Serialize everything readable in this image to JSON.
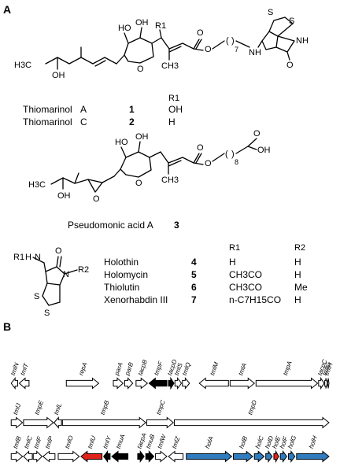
{
  "panels": {
    "a": "A",
    "b": "B"
  },
  "molecules": {
    "thio": {
      "h3c": "H3C",
      "oh": "OH",
      "oh_ring": "OH",
      "ho": "HO",
      "r1": "R1",
      "ch3": "CH3",
      "o_ester": "O",
      "o_ring": "O",
      "o_carbonyl": "O",
      "o_lactam": "O",
      "n7": "7",
      "nh": "NH",
      "hn": "N",
      "h": "H",
      "s1": "S",
      "s2": "S"
    },
    "pa": {
      "h3c": "H3C",
      "oh": "OH",
      "ho": "HO",
      "oh_ring": "OH",
      "o_ep": "O",
      "o_ring": "O",
      "ch3": "CH3",
      "o_ester": "O",
      "n8": "8",
      "oh_acid": "OH",
      "o_carb": "O",
      "o_acid": "O"
    },
    "holo": {
      "r1": "R1",
      "h": "H",
      "n": "N",
      "n2": "N",
      "r2": "R2",
      "o": "O",
      "s1": "S",
      "s2": "S"
    }
  },
  "thiomarinol_table": {
    "col_header": "R1",
    "rows": [
      {
        "name": "Thiomarinol",
        "variant": "A",
        "num": "1",
        "r1": "OH"
      },
      {
        "name": "Thiomarinol",
        "variant": "C",
        "num": "2",
        "r1": "H"
      }
    ]
  },
  "pseudomonic": {
    "name": "Pseudomonic acid A",
    "num": "3"
  },
  "holothin_table": {
    "col_r1": "R1",
    "col_r2": "R2",
    "rows": [
      {
        "name": "Holothin",
        "num": "4",
        "r1": "H",
        "r2": "H"
      },
      {
        "name": "Holomycin",
        "num": "5",
        "r1": "CH3CO",
        "r2": "H"
      },
      {
        "name": "Thiolutin",
        "num": "6",
        "r1": "CH3CO",
        "r2": "Me"
      },
      {
        "name": "Xenorhabdin III",
        "num": "7",
        "r1": "n-C7H15CO",
        "r2": "H"
      }
    ]
  },
  "colors": {
    "outline": "#000000",
    "white_gene": "#ffffff",
    "black_gene": "#000000",
    "red_gene": "#e0231b",
    "blue_gene": "#2f7dbf"
  },
  "gene_rows": [
    {
      "genes": [
        {
          "label": "tmlN",
          "start": 0.02,
          "end": 0.04,
          "dir": "L",
          "color": "white"
        },
        {
          "label": "tmlT",
          "start": 0.045,
          "end": 0.075,
          "dir": "L",
          "color": "white"
        },
        {
          "label": "repA",
          "start": 0.19,
          "end": 0.29,
          "dir": "R",
          "color": "white"
        },
        {
          "label": "parA",
          "start": 0.335,
          "end": 0.365,
          "dir": "R",
          "color": "white"
        },
        {
          "label": "parB",
          "start": 0.37,
          "end": 0.395,
          "dir": "R",
          "color": "white"
        },
        {
          "label": "tacpB",
          "start": 0.405,
          "end": 0.44,
          "dir": "R",
          "color": "white"
        },
        {
          "label": "tmpF",
          "start": 0.445,
          "end": 0.5,
          "dir": "L",
          "color": "black"
        },
        {
          "label": "tacpD",
          "start": 0.505,
          "end": 0.522,
          "dir": "R",
          "color": "black"
        },
        {
          "label": "tmlS",
          "start": 0.525,
          "end": 0.545,
          "dir": "R",
          "color": "white"
        },
        {
          "label": "tmlQ",
          "start": 0.548,
          "end": 0.57,
          "dir": "R",
          "color": "white"
        },
        {
          "label": "tmlM",
          "start": 0.6,
          "end": 0.69,
          "dir": "L",
          "color": "white"
        },
        {
          "label": "tmlA",
          "start": 0.695,
          "end": 0.77,
          "dir": "R",
          "color": "white"
        },
        {
          "label": "tmpA",
          "start": 0.775,
          "end": 0.965,
          "dir": "R",
          "color": "white"
        },
        {
          "label": "tacpC",
          "start": 0.968,
          "end": 0.985,
          "dir": "R",
          "color": "white"
        },
        {
          "label": "tmlG",
          "start": 0.987,
          "end": 0.995,
          "dir": "R",
          "color": "white"
        },
        {
          "label": "tmlH",
          "start": 0.996,
          "end": 1.0,
          "dir": "R",
          "color": "white"
        }
      ]
    },
    {
      "genes": [
        {
          "label": "tmlJ",
          "start": 0.02,
          "end": 0.055,
          "dir": "R",
          "color": "white"
        },
        {
          "label": "tmpE",
          "start": 0.058,
          "end": 0.15,
          "dir": "R",
          "color": "white"
        },
        {
          "label": "tmlL",
          "start": 0.152,
          "end": 0.175,
          "dir": "L",
          "color": "white"
        },
        {
          "label": "tmpB",
          "start": 0.178,
          "end": 0.435,
          "dir": "R",
          "color": "white"
        },
        {
          "label": "tmpC",
          "start": 0.438,
          "end": 0.52,
          "dir": "R",
          "color": "white"
        },
        {
          "label": "tmpD",
          "start": 0.523,
          "end": 1.0,
          "dir": "R",
          "color": "white"
        }
      ]
    },
    {
      "genes": [
        {
          "label": "tmlB",
          "start": 0.02,
          "end": 0.055,
          "dir": "R",
          "color": "white"
        },
        {
          "label": "tmlC",
          "start": 0.058,
          "end": 0.085,
          "dir": "L",
          "color": "white"
        },
        {
          "label": "tmlF",
          "start": 0.088,
          "end": 0.115,
          "dir": "R",
          "color": "white"
        },
        {
          "label": "tmlP",
          "start": 0.118,
          "end": 0.155,
          "dir": "L",
          "color": "white"
        },
        {
          "label": "tmlO",
          "start": 0.165,
          "end": 0.23,
          "dir": "R",
          "color": "white"
        },
        {
          "label": "tmlU",
          "start": 0.235,
          "end": 0.3,
          "dir": "L",
          "color": "red"
        },
        {
          "label": "tmlY",
          "start": 0.305,
          "end": 0.325,
          "dir": "L",
          "color": "black"
        },
        {
          "label": "tmuA",
          "start": 0.33,
          "end": 0.38,
          "dir": "L",
          "color": "black"
        },
        {
          "label": "tacpA",
          "start": 0.41,
          "end": 0.43,
          "dir": "R",
          "color": "black"
        },
        {
          "label": "tmuB",
          "start": 0.435,
          "end": 0.46,
          "dir": "R",
          "color": "black"
        },
        {
          "label": "tmlW",
          "start": 0.465,
          "end": 0.5,
          "dir": "R",
          "color": "white"
        },
        {
          "label": "tmlZ",
          "start": 0.505,
          "end": 0.55,
          "dir": "L",
          "color": "white"
        },
        {
          "label": "holA",
          "start": 0.56,
          "end": 0.7,
          "dir": "R",
          "color": "blue"
        },
        {
          "label": "holB",
          "start": 0.705,
          "end": 0.765,
          "dir": "R",
          "color": "blue"
        },
        {
          "label": "holC",
          "start": 0.77,
          "end": 0.8,
          "dir": "R",
          "color": "blue"
        },
        {
          "label": "holD",
          "start": 0.805,
          "end": 0.825,
          "dir": "R",
          "color": "blue"
        },
        {
          "label": "holE",
          "start": 0.83,
          "end": 0.845,
          "dir": "R",
          "color": "red"
        },
        {
          "label": "holF",
          "start": 0.85,
          "end": 0.87,
          "dir": "R",
          "color": "blue"
        },
        {
          "label": "holG",
          "start": 0.875,
          "end": 0.895,
          "dir": "R",
          "color": "blue"
        },
        {
          "label": "holH",
          "start": 0.9,
          "end": 1.0,
          "dir": "R",
          "color": "blue"
        }
      ]
    }
  ]
}
